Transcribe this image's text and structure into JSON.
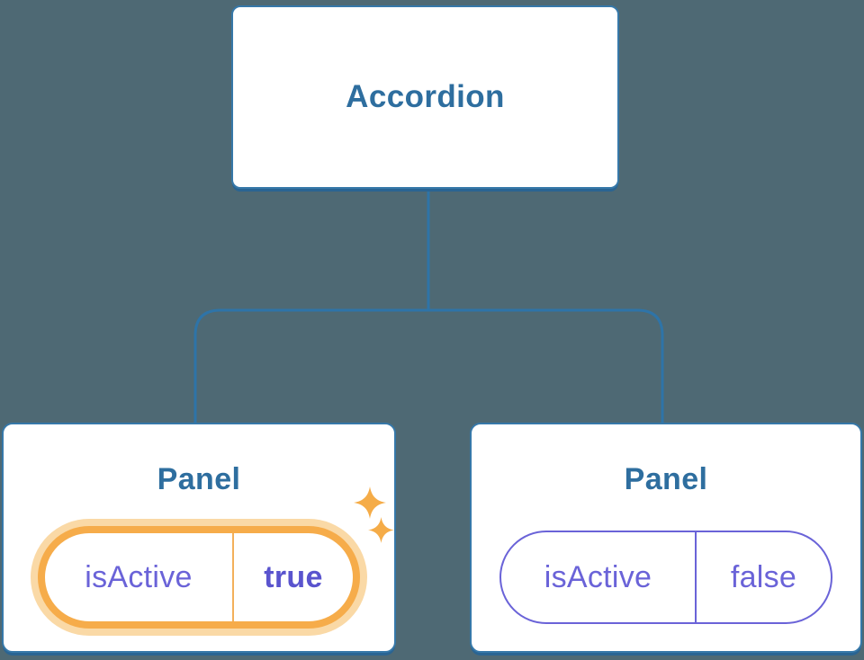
{
  "colors": {
    "background": "#4E6974",
    "connector_line": "#2E74A8",
    "node_border": "#3678A9",
    "node_shadow": "#2A6492",
    "node_text": "#2E6E9F",
    "state_text_purple": "#6A63D8",
    "state_value_purple": "#5A54CE",
    "highlight_orange": "#F6AC4A",
    "highlight_halo": "#FAD9A6",
    "sparkle_orange": "#F5AC48"
  },
  "tree": {
    "root": {
      "label": "Accordion"
    },
    "children": [
      {
        "label": "Panel",
        "state": {
          "key": "isActive",
          "value": "true"
        },
        "highlighted": true,
        "icons": [
          "sparkle-icon",
          "sparkle-icon"
        ]
      },
      {
        "label": "Panel",
        "state": {
          "key": "isActive",
          "value": "false"
        },
        "highlighted": false
      }
    ]
  }
}
